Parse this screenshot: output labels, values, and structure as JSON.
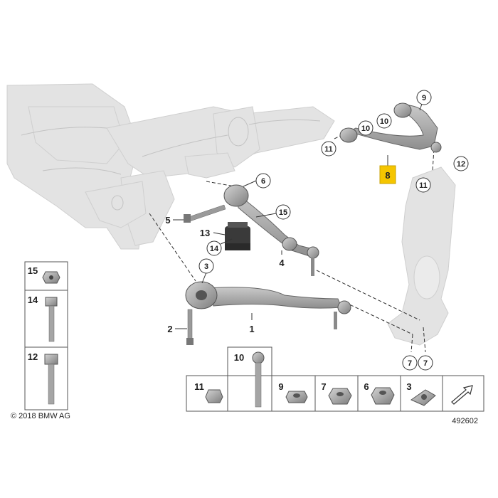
{
  "diagram": {
    "copyright": "© 2018 BMW AG",
    "figure_number": "492602",
    "highlight_color": "#f5c500",
    "callouts": {
      "c9": "9",
      "c10a": "10",
      "c10b": "10",
      "c11_top": "11",
      "c8": "8",
      "c12": "12",
      "c11_right": "11",
      "c6": "6",
      "c15": "15",
      "c5": "5",
      "c13": "13",
      "c14": "14",
      "c4": "4",
      "c3": "3",
      "c2": "2",
      "c1": "1",
      "c7a": "7",
      "c7b": "7"
    },
    "side_parts": [
      "15",
      "14",
      "12"
    ],
    "bottom_parts": [
      "11",
      "10",
      "9",
      "7",
      "6",
      "3"
    ]
  }
}
